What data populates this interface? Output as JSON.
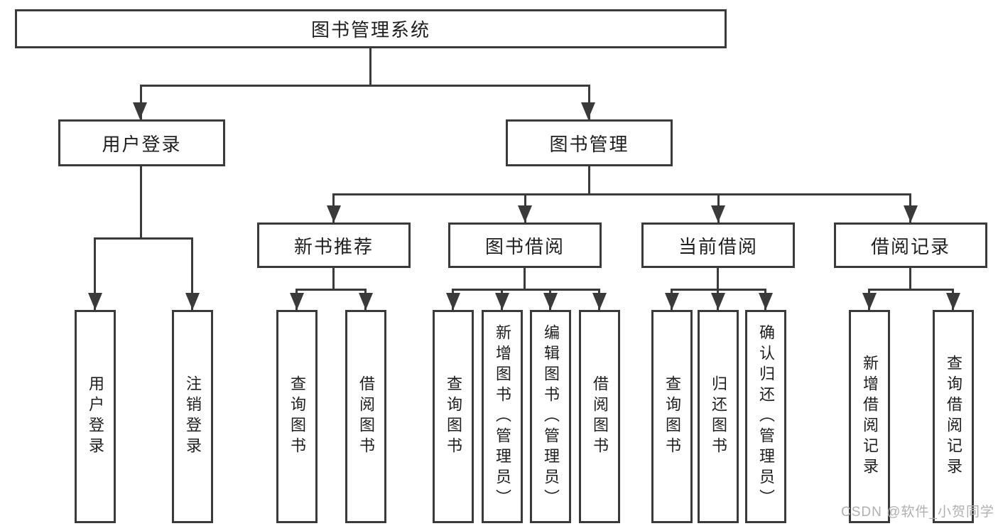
{
  "nodes": {
    "root": "图书管理系统",
    "level2": [
      "用户登录",
      "图书管理"
    ],
    "level3": [
      "新书推荐",
      "图书借阅",
      "当前借阅",
      "借阅记录"
    ],
    "leaves": [
      "用户登录",
      "注销登录",
      "查询图书",
      "借阅图书",
      "查询图书",
      "新增图书（管理员）",
      "编辑图书（管理员）",
      "借阅图书",
      "查询图书",
      "归还图书",
      "确认归还（管理员）",
      "新增借阅记录",
      "查询借阅记录"
    ]
  },
  "watermark": "CSDN @软件_小贺同学",
  "colors": {
    "line": "#3a3a3a",
    "box_border": "#3a3a3a",
    "box_fill": "#ffffff",
    "text": "#1f1f1f",
    "watermark": "#b0b0b0",
    "background": "#ffffff"
  }
}
